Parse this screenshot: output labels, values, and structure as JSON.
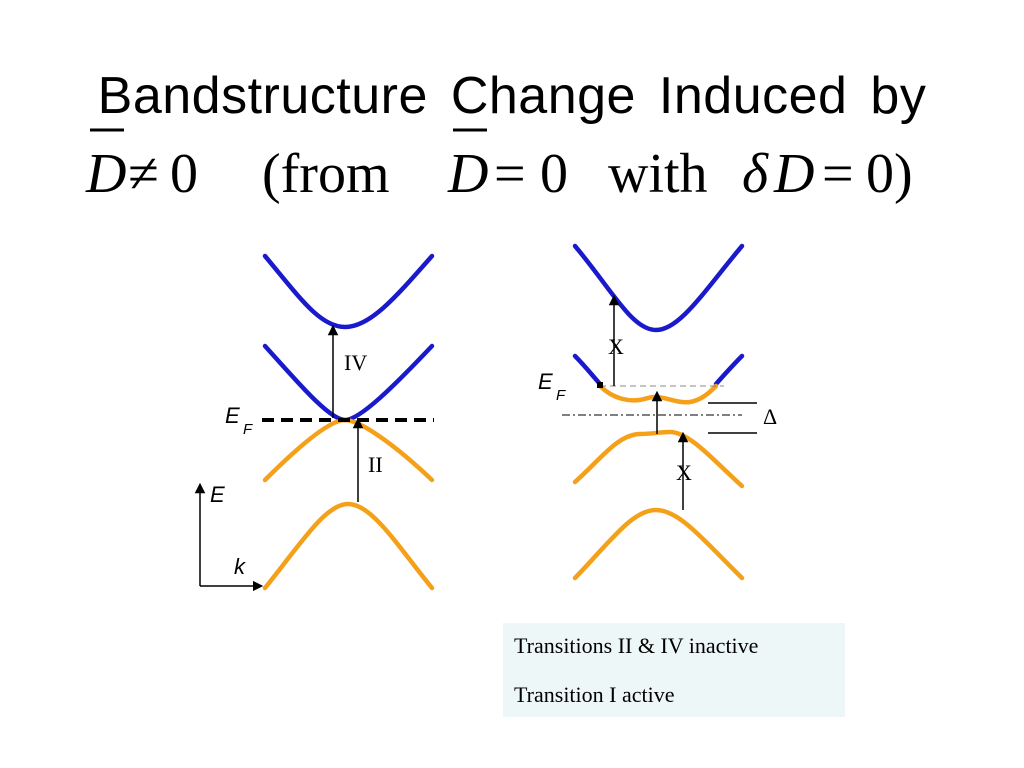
{
  "title": {
    "line1": "Bandstructure  Change Induced by",
    "line2": {
      "d_symbol": "D",
      "neq": "≠",
      "zero_a": "0",
      "from_open": "(from",
      "d_symbol_b": "D",
      "eq_a": "=",
      "zero_b": "0",
      "with_word": "with",
      "delta": "δ",
      "d_symbol_c": "D",
      "eq_b": "=",
      "zero_c": "0)"
    }
  },
  "left_diagram": {
    "fermi_label": "E",
    "fermi_sub": "F",
    "transition_upper": "IV",
    "transition_lower": "II",
    "axis_energy": "E",
    "axis_momentum": "k"
  },
  "right_diagram": {
    "fermi_label": "E",
    "fermi_sub": "F",
    "transition_upper": "X",
    "transition_lower": "X",
    "gap_label": "Δ"
  },
  "colors": {
    "conduction_band": "#1a1acc",
    "valence_band": "#f5a019",
    "textbox_bg": "#eef7f7"
  },
  "textbox": {
    "line1": "Transitions II & IV inactive",
    "line2": "Transition I active"
  }
}
